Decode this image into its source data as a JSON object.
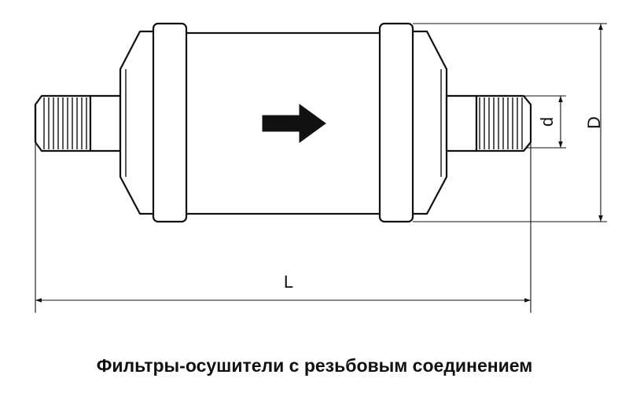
{
  "dimensions": {
    "length_label": "L",
    "diameter_label": "D",
    "connection_label": "d"
  },
  "caption": "Фильтры-осушители с резьбовым соединением",
  "colors": {
    "line": "#111111",
    "background": "#ffffff"
  },
  "icons": {
    "flow": "flow-direction-arrow-icon"
  }
}
